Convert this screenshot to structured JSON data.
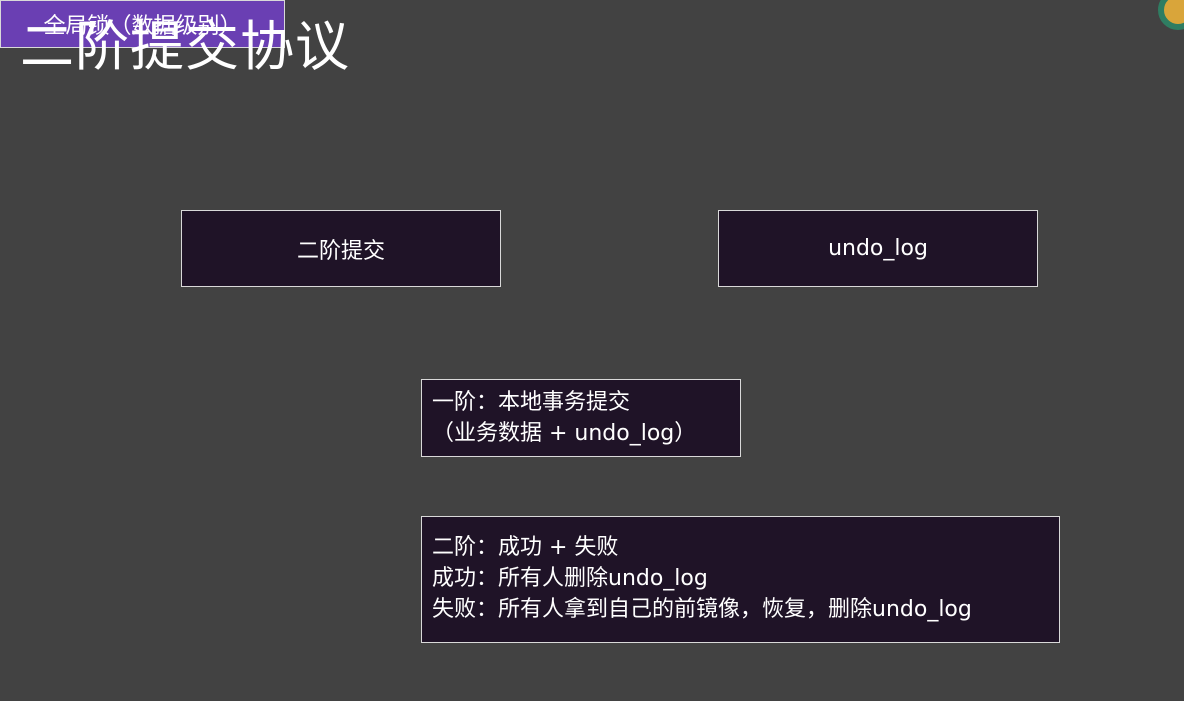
{
  "slide": {
    "title": "二阶提交协议"
  },
  "boxes": {
    "two_phase": "二阶提交",
    "undo_log": "undo_log",
    "phase1": {
      "line1": "一阶：本地事务提交",
      "line2": "（业务数据 + undo_log）"
    },
    "global_lock": "全局锁（数据级别）",
    "phase2": {
      "line1": "二阶：成功 + 失败",
      "line2": "成功：所有人删除undo_log",
      "line3": "失败：所有人拿到自己的前镜像，恢复，删除undo_log"
    }
  },
  "colors": {
    "background": "#424242",
    "box_fill": "#1f1327",
    "box_border": "#d9d9d9",
    "accent_box_fill": "#6a3fb3"
  }
}
